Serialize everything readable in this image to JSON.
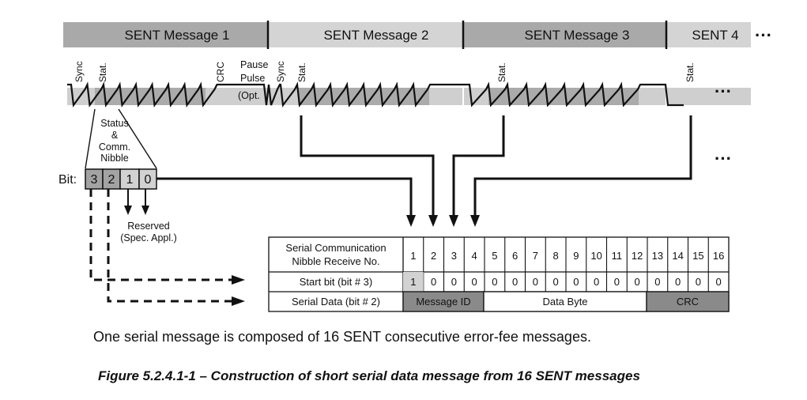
{
  "header_segments": [
    "SENT Message 1",
    "SENT Message 2",
    "SENT Message 3",
    "SENT 4",
    "···"
  ],
  "waveform": {
    "sync": "Sync",
    "stat": "Stat.",
    "crc": "CRC",
    "pause_line1": "Pause",
    "pause_line2": "Pulse",
    "opt": "(Opt.",
    "ellipsis": "···"
  },
  "nibble_box": {
    "title_lines": [
      "Status",
      "&",
      "Comm.",
      "Nibble"
    ],
    "bit_label": "Bit:",
    "bits": [
      "3",
      "2",
      "1",
      "0"
    ],
    "reserved_line1": "Reserved",
    "reserved_line2": "(Spec. Appl.)"
  },
  "table": {
    "header_line1": "Serial Communication",
    "header_line2": "Nibble Receive No.",
    "numbers": [
      "1",
      "2",
      "3",
      "4",
      "5",
      "6",
      "7",
      "8",
      "9",
      "10",
      "11",
      "12",
      "13",
      "14",
      "15",
      "16"
    ],
    "start_label": "Start bit (bit # 3)",
    "start_bits": [
      "1",
      "0",
      "0",
      "0",
      "0",
      "0",
      "0",
      "0",
      "0",
      "0",
      "0",
      "0",
      "0",
      "0",
      "0",
      "0"
    ],
    "data_label": "Serial Data (bit # 2)",
    "segments": [
      "Message ID",
      "Data Byte",
      "CRC"
    ]
  },
  "caption": "One serial message is composed of 16 SENT consecutive error-fee messages.",
  "figure_title": "Figure 5.2.4.1-1 – Construction of short serial data message from 16 SENT messages",
  "colors": {
    "header_dark": "#a9a9a9",
    "header_light": "#d4d4d4",
    "cell_dark": "#8a8a8a",
    "cell_mid": "#a3a3a3",
    "cell_light": "#d2d2d2",
    "band": "#cfcfcf",
    "band_dark": "#ababab"
  }
}
